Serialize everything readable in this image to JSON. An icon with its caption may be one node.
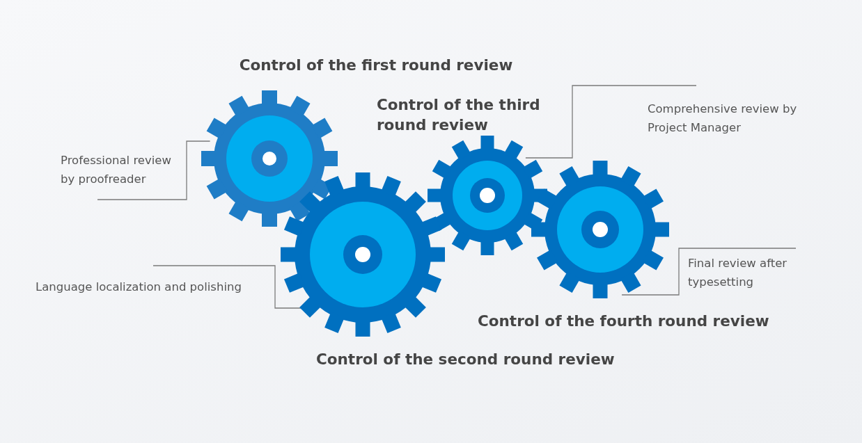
{
  "diagram": {
    "nodes": [
      {
        "text": [],
        "shape": "gear",
        "beside": [
          "Control of the first round review"
        ]
      },
      {
        "text": [
          "Professional review by proofreader"
        ]
      },
      {
        "text": [],
        "shape": "gear",
        "beside": [
          "Control of the third round review"
        ]
      },
      {
        "text": [
          "Comprehensive review by Project Manager"
        ]
      },
      {
        "text": [],
        "shape": "gear",
        "beside": [
          "Control of the second round review"
        ]
      },
      {
        "text": [
          "Language localization and polishing"
        ]
      },
      {
        "text": [],
        "shape": "gear",
        "beside": [
          "Control of the fourth round review"
        ]
      },
      {
        "text": [
          "Final review after typesetting"
        ]
      }
    ],
    "edges": [
      {
        "from": 1,
        "to": 0,
        "arrow": "none"
      },
      {
        "from": 3,
        "to": 2,
        "arrow": "none"
      },
      {
        "from": 5,
        "to": 4,
        "arrow": "none"
      },
      {
        "from": 7,
        "to": 6,
        "arrow": "none"
      }
    ]
  }
}
